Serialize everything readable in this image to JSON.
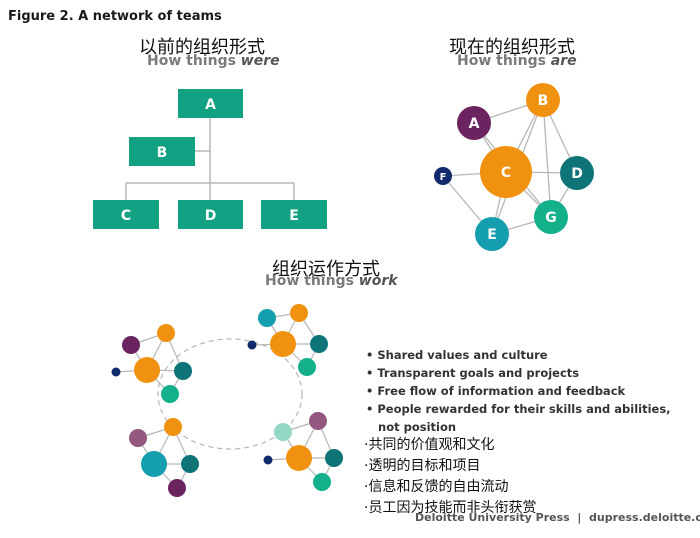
{
  "figure_title": "Figure 2. A network of teams",
  "sections": {
    "were": {
      "zh": "以前的组织形式",
      "en_prefix": "How things ",
      "en_em": "were"
    },
    "are": {
      "zh": "现在的组织形式",
      "en_prefix": "How things ",
      "en_em": "are"
    },
    "work": {
      "zh": "组织运作方式",
      "en_prefix": "How things ",
      "en_em": "work"
    }
  },
  "hierarchy_boxes": [
    "A",
    "B",
    "C",
    "D",
    "E"
  ],
  "network_nodes": [
    "A",
    "B",
    "C",
    "D",
    "E",
    "F",
    "G"
  ],
  "bullets": [
    "• Shared values and culture",
    "• Transparent goals and projects",
    "• Free flow of information and  feedback",
    "• People rewarded for their skills and abilities,",
    "   not position"
  ],
  "zh_list": [
    "·共同的价值观和文化",
    "·透明的目标和项目",
    "·信息和反馈的自由流动",
    "·员工因为技能而非头衔获赏"
  ],
  "credit": "Deloitte University Press  |  dupress.deloitte.com",
  "colors": {
    "teal_box": "#12a182",
    "purple": "#6b2460",
    "orange": "#f0920f",
    "dark_teal": "#0f7478",
    "green": "#14b08c",
    "blue_teal": "#149eae",
    "navy": "#102a6b",
    "mauve": "#94577f",
    "mint": "#93d7c4",
    "line": "#b7b7b7"
  }
}
